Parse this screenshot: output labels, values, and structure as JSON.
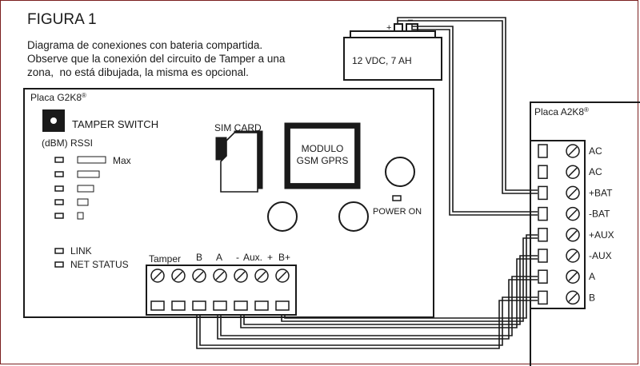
{
  "figure": {
    "title": "FIGURA 1",
    "caption_lines": [
      "Diagrama de conexiones con bateria compartida.",
      "Observe que la conexión del circuito de Tamper a una",
      "zona,  no está dibujada, la misma es opcional."
    ]
  },
  "battery": {
    "label": "12 VDC, 7 AH",
    "positive": "+",
    "negative": "–"
  },
  "g2k8": {
    "title": "Placa G2K8",
    "reg_mark": "®",
    "tamper_switch": "TAMPER SWITCH",
    "rssi_label": "(dBM) RSSI",
    "rssi_max": "Max",
    "rssi_levels": [
      5,
      4,
      3,
      2,
      1
    ],
    "sim_card": "SIM CARD",
    "module_lines": [
      "MODULO",
      "GSM GPRS"
    ],
    "power_on": "POWER ON",
    "link": "LINK",
    "net_status": "NET STATUS",
    "terminals": {
      "tamper": "Tamper",
      "b": "B",
      "a": "A",
      "aux_minus": "-",
      "aux": "Aux.",
      "aux_plus": "+",
      "b_plus": "B+"
    }
  },
  "a2k8": {
    "title": "Placa A2K8",
    "reg_mark": "®",
    "terminals": [
      "AC",
      "AC",
      "+BAT",
      "-BAT",
      "+AUX",
      "-AUX",
      "A",
      "B"
    ]
  },
  "colors": {
    "line": "#1a1a1a",
    "frame": "#7a1f1f",
    "background": "#ffffff"
  }
}
